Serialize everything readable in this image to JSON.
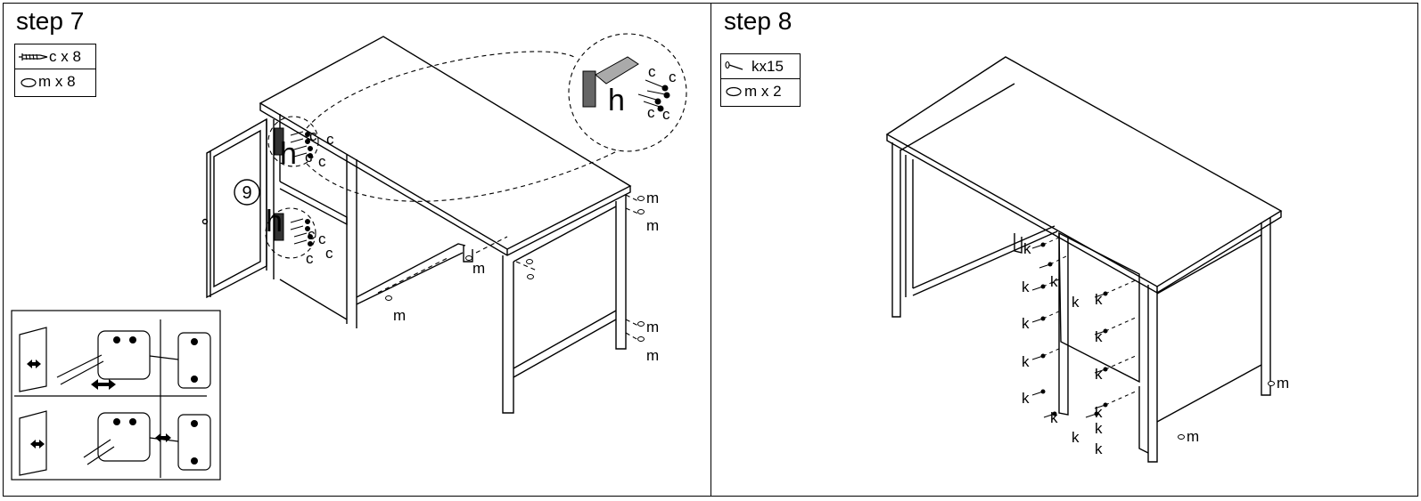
{
  "step7": {
    "title": "step 7",
    "parts": [
      {
        "icon": "screw-icon",
        "text": "c x 8"
      },
      {
        "icon": "washer-icon",
        "text": "m x 8"
      }
    ],
    "hardware_labels": {
      "hinge": "h",
      "screw": "c",
      "cap": "m"
    },
    "door_number": "9"
  },
  "step8": {
    "title": "step 8",
    "parts": [
      {
        "icon": "nail-icon",
        "text": "kx15"
      },
      {
        "icon": "washer-icon",
        "text": "m x 2"
      }
    ],
    "hardware_labels": {
      "nail": "k",
      "cap": "m"
    }
  }
}
